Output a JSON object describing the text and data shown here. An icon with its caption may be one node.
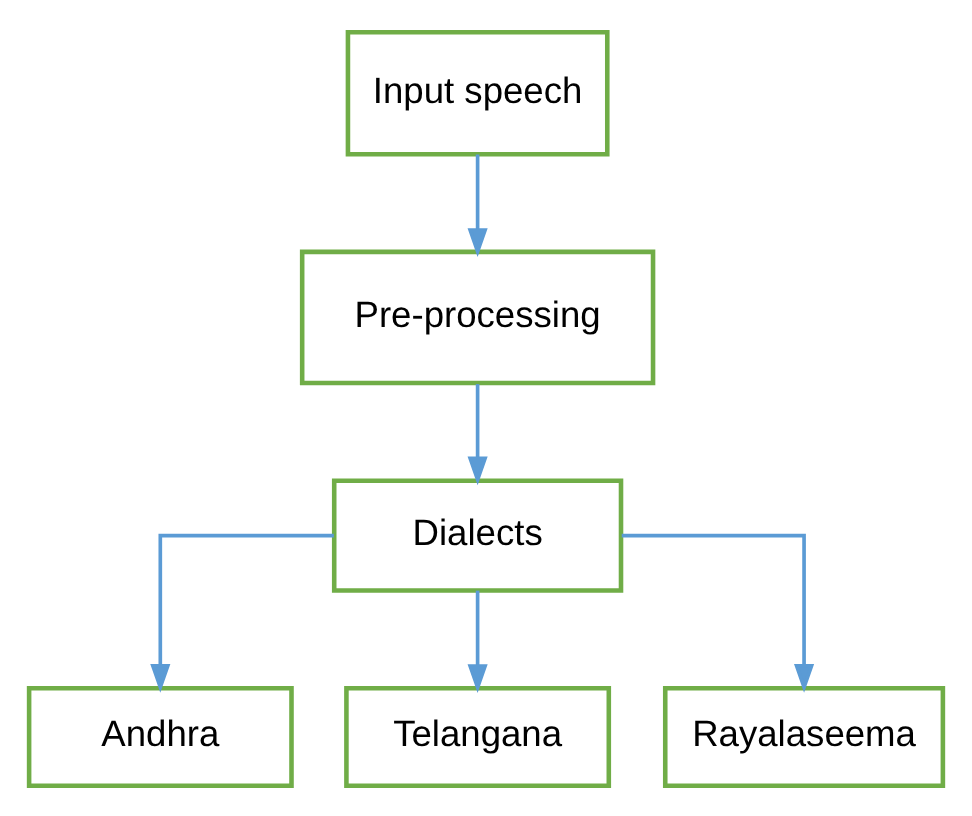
{
  "diagram": {
    "nodes": [
      {
        "text": [
          "Input speech"
        ]
      },
      {
        "text": [
          "Pre-processing"
        ]
      },
      {
        "text": [
          "Dialects"
        ]
      },
      {
        "text": [
          "Andhra"
        ]
      },
      {
        "text": [
          "Telangana"
        ]
      },
      {
        "text": [
          "Rayalaseema"
        ]
      }
    ],
    "edges": [
      {
        "from": 0,
        "to": 1,
        "arrow": "to"
      },
      {
        "from": 1,
        "to": 2,
        "arrow": "to"
      },
      {
        "from": 2,
        "to": 3,
        "arrow": "to"
      },
      {
        "from": 2,
        "to": 4,
        "arrow": "to"
      },
      {
        "from": 2,
        "to": 5,
        "arrow": "to"
      }
    ]
  }
}
